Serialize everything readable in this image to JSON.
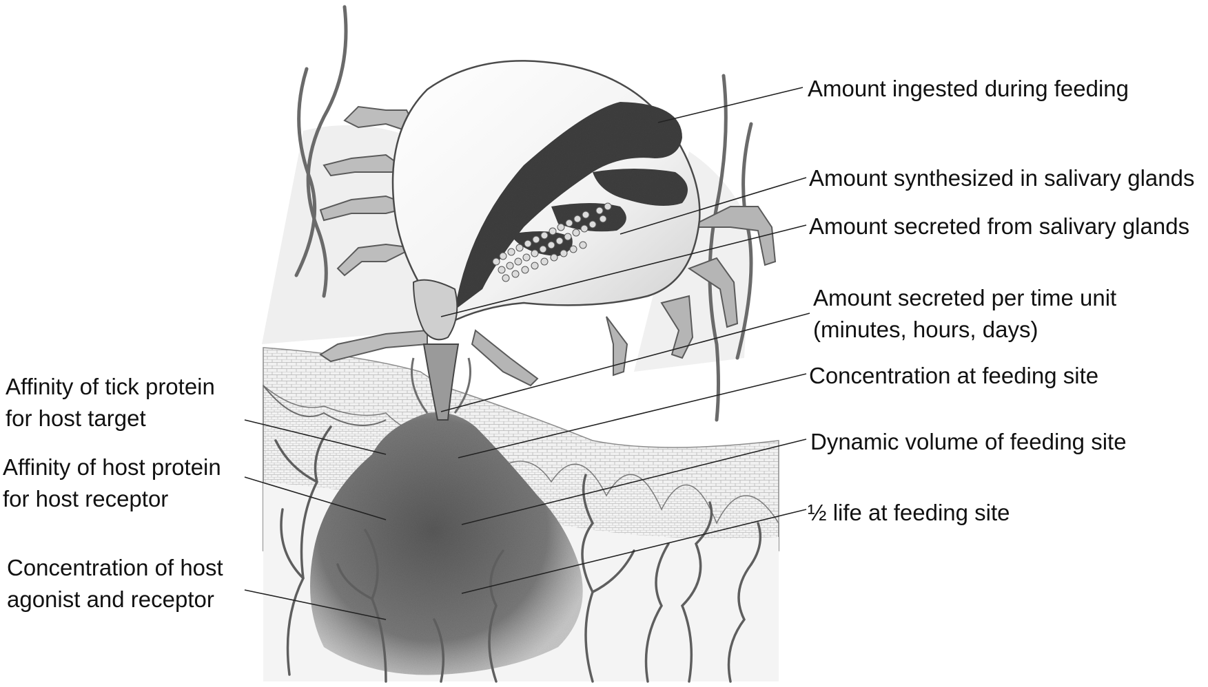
{
  "right_labels": [
    {
      "lines": [
        "Amount ingested during feeding"
      ]
    },
    {
      "lines": [
        "Amount synthesized in salivary glands"
      ]
    },
    {
      "lines": [
        "Amount secreted from salivary glands"
      ]
    },
    {
      "lines": [
        "Amount secreted per time unit",
        "(minutes, hours, days)"
      ]
    },
    {
      "lines": [
        "Concentration at feeding site"
      ]
    },
    {
      "lines": [
        "Dynamic volume of feeding site"
      ]
    },
    {
      "lines": [
        "½ life at feeding site"
      ]
    }
  ],
  "left_labels": [
    {
      "lines": [
        "Affinity of tick protein",
        "for host target"
      ]
    },
    {
      "lines": [
        "Affinity of host protein",
        "for host receptor"
      ]
    },
    {
      "lines": [
        "Concentration of host",
        "agonist and receptor"
      ]
    }
  ],
  "colors": {
    "text": "#111111",
    "pencil_dark": "#4a4a4a",
    "pencil_mid": "#8c8c8c",
    "pencil_light": "#c8c8c8",
    "tick_gut": "#3f3f3f",
    "skin_fill": "#eeeeee",
    "feeding_pool": "#6e6e6e"
  }
}
